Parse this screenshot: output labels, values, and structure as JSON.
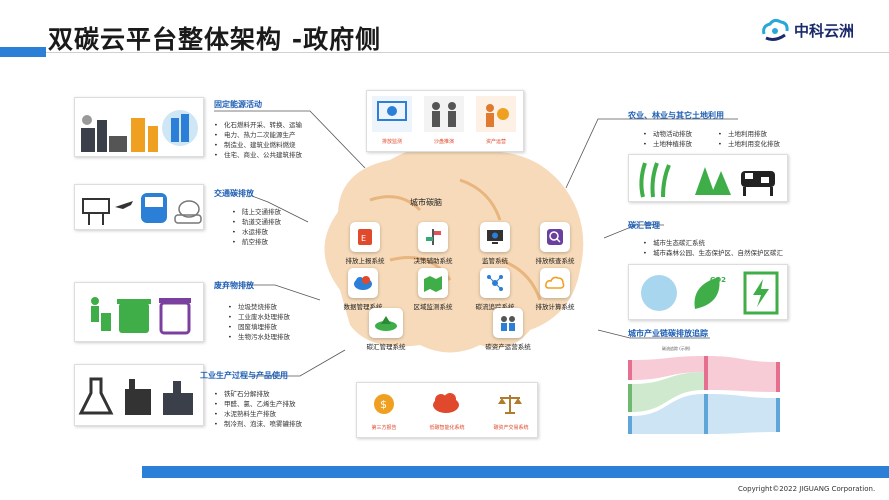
{
  "header": {
    "title": "双碳云平台整体架构 -政府侧",
    "logo_text": "中科云洲"
  },
  "left": {
    "fixed_energy": {
      "title": "固定能源活动",
      "items": [
        "化石燃料开采、转换、运输",
        "电力、热力二次能源生产",
        "制造业、建筑业燃料燃烧",
        "住宅、商业、公共建筑排放"
      ]
    },
    "traffic": {
      "title": "交通碳排放",
      "items": [
        "陆上交通排放",
        "轨道交通排放",
        "水运排放",
        "航空排放"
      ]
    },
    "waste": {
      "title": "废弃物排放",
      "items": [
        "垃圾焚烧排放",
        "工业废水处理排放",
        "固废填埋排放",
        "生物污水处理排放"
      ]
    },
    "industry": {
      "title": "工业生产过程与产品使用",
      "items": [
        "铁矿石分解排放",
        "甲醛、氯、乙烯生产排放",
        "水泥熟料生产排放",
        "制冷剂、泡沫、喷雾罐排放"
      ]
    }
  },
  "top_center": {
    "items": [
      "排放监测",
      "沙盘推演",
      "资产运营"
    ]
  },
  "brain": {
    "title": "城市碳脑",
    "systems": [
      "排放上报系统",
      "决策辅助系统",
      "监管系统",
      "排放核查系统",
      "数据管理系统",
      "区域监测系统",
      "碳流追踪系统",
      "排放计算系统",
      "碳汇管理系统",
      "碳资产运营系统"
    ]
  },
  "bottom_center": {
    "items": [
      "第三方报告",
      "低碳智能化系统",
      "碳资产交易系统"
    ]
  },
  "right": {
    "agri": {
      "title": "农业、林业与其它土地利用",
      "col1": [
        "动物活动排放",
        "土地种植排放"
      ],
      "col2": [
        "土地利用排放",
        "土地利用变化排放"
      ]
    },
    "carbon_sink": {
      "title": "碳汇管理",
      "items": [
        "城市生态碳汇系统",
        "城市森林公园、生态保护区、自然保护区碳汇"
      ],
      "icon_co2": "CO2"
    },
    "chain": {
      "title": "城市产业链碳排放追踪",
      "chart_caption": "碳流追踪 (示例)"
    }
  },
  "footer": {
    "copyright": "Copyright©2022 JIGUANG Corporation."
  },
  "colors": {
    "accent": "#2b7fd6",
    "title_blue": "#1f5fb5",
    "green": "#3fae49",
    "brain": "#f2c79a"
  }
}
